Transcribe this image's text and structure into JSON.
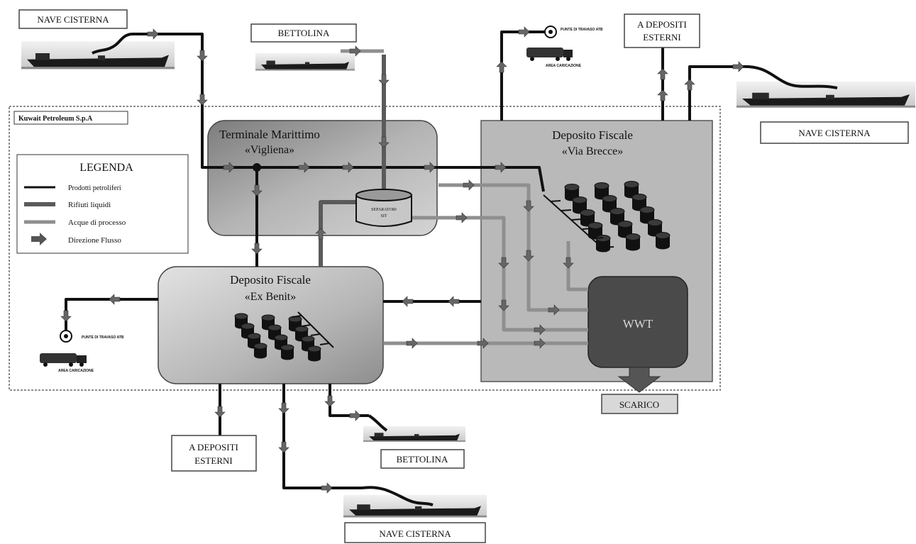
{
  "company": "Kuwait Petroleum S.p.A",
  "legend": {
    "title": "LEGENDA",
    "items": [
      {
        "label": "Prodotti petroliferi",
        "kind": "product"
      },
      {
        "label": "Rifiuti liquidi",
        "kind": "waste"
      },
      {
        "label": "Acque di processo",
        "kind": "process"
      },
      {
        "label": "Direzione Flusso",
        "kind": "arrow"
      }
    ]
  },
  "facilities": {
    "terminal": {
      "line1": "Terminale Marittimo",
      "line2": "«Vigliena»"
    },
    "via_brecce": {
      "line1": "Deposito Fiscale",
      "line2": "«Via Brecce»"
    },
    "ex_benit": {
      "line1": "Deposito Fiscale",
      "line2": "«Ex Benit»"
    },
    "wwt": "WWT",
    "separator_tank": {
      "line1": "SEPARATORI",
      "line2": "SIT"
    }
  },
  "labels": {
    "nave_top_left": "NAVE CISTERNA",
    "bettolina_top": "BETTOLINA",
    "depositi_top": {
      "line1": "A DEPOSITI",
      "line2": "ESTERNI"
    },
    "nave_right": "NAVE CISTERNA",
    "depositi_bottom": {
      "line1": "A DEPOSITI",
      "line2": "ESTERNI"
    },
    "bettolina_bottom": "BETTOLINA",
    "nave_bottom": "NAVE CISTERNA",
    "scarico": "SCARICO"
  },
  "small_labels": {
    "top_loading": {
      "pump": "PUNTE DI TRAVASO ATB",
      "area": "AREA CARICAZIONE"
    },
    "left_loading": {
      "pump": "PUNTE DI TRAVASO ATB",
      "area": "AREA CARICAZIONE"
    }
  },
  "colors": {
    "product": "#111111",
    "waste": "#5a5a5a",
    "process": "#8f8f8f",
    "terminal_fill": "#9a9a9a",
    "depot_fill": "#b8b8b8",
    "wwt_fill": "#4a4a4a"
  }
}
